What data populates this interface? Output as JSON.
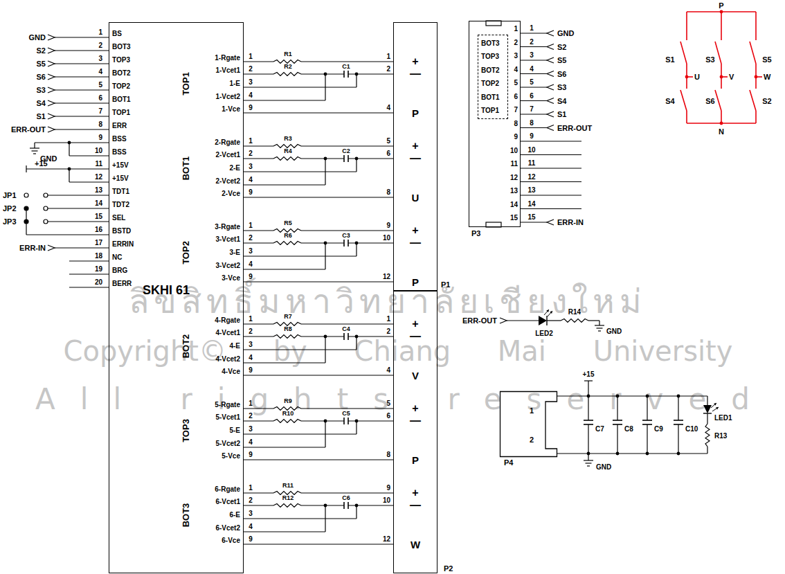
{
  "diagram": {
    "nodes": [
      {
        "text": [
          "SKHI 61"
        ]
      },
      {
        "text": [
          "P1"
        ]
      },
      {
        "text": [
          "P2"
        ]
      },
      {
        "text": [
          "P3"
        ]
      },
      {
        "text": [
          "BOT3",
          "TOP3",
          "BOT2",
          "TOP2",
          "BOT1",
          "TOP1"
        ],
        "in": 3
      },
      {
        "text": [
          "P4"
        ]
      }
    ],
    "edges": [
      {
        "from": 0,
        "to": 1,
        "arrow": "none"
      },
      {
        "from": 0,
        "to": 1,
        "arrow": "none"
      },
      {
        "from": 0,
        "to": 1,
        "arrow": "none"
      },
      {
        "from": 0,
        "to": 2,
        "arrow": "none"
      },
      {
        "from": 0,
        "to": 2,
        "arrow": "none"
      },
      {
        "from": 0,
        "to": 2,
        "arrow": "none"
      }
    ],
    "labels": [
      "GND",
      "S2",
      "S5",
      "S6",
      "S3",
      "S4",
      "S1",
      "ERR-OUT",
      "1",
      "2",
      "3",
      "4",
      "5",
      "6",
      "7",
      "8",
      "9",
      "10",
      "11",
      "12",
      "13",
      "14",
      "15",
      "16",
      "17",
      "18",
      "19",
      "20",
      "BS",
      "BOT3",
      "TOP3",
      "BOT2",
      "TOP2",
      "BOT1",
      "TOP1",
      "ERR",
      "BSS",
      "BSS",
      "+15V",
      "+15V",
      "TDT1",
      "TDT2",
      "SEL",
      "BSTD",
      "ERRIN",
      "NC",
      "BRG",
      "BERR",
      "GND",
      "+15",
      "JP1",
      "JP2",
      "JP3",
      "ERR-IN",
      "TOP1",
      "1-Rgate",
      "1-Vcet1",
      "1-E",
      "1-Vcet2",
      "1-Vce",
      "1",
      "2",
      "3",
      "4",
      "9",
      "R1",
      "R2",
      "C1",
      "1",
      "2",
      "4",
      "+",
      "—",
      "P",
      "BOT1",
      "2-Rgate",
      "2-Vcet1",
      "2-E",
      "2-Vcet2",
      "2-Vce",
      "1",
      "2",
      "3",
      "4",
      "9",
      "R3",
      "R4",
      "C2",
      "5",
      "6",
      "8",
      "+",
      "—",
      "U",
      "TOP2",
      "3-Rgate",
      "3-Vcet1",
      "3-E",
      "3-Vcet2",
      "3-Vce",
      "1",
      "2",
      "3",
      "4",
      "9",
      "R5",
      "R6",
      "C3",
      "9",
      "10",
      "12",
      "+",
      "—",
      "P",
      "BOT2",
      "4-Rgate",
      "4-Vcet1",
      "4-E",
      "4-Vcet2",
      "4-Vce",
      "1",
      "2",
      "3",
      "4",
      "9",
      "R7",
      "R8",
      "C4",
      "1",
      "2",
      "4",
      "+",
      "—",
      "V",
      "TOP3",
      "5-Rgate",
      "5-Vcet1",
      "5-E",
      "5-Vcet2",
      "5-Vce",
      "1",
      "2",
      "3",
      "4",
      "9",
      "R9",
      "R10",
      "C5",
      "5",
      "6",
      "8",
      "+",
      "—",
      "P",
      "BOT3",
      "6-Rgate",
      "6-Vcet1",
      "6-E",
      "6-Vcet2",
      "6-Vce",
      "1",
      "2",
      "3",
      "4",
      "9",
      "R11",
      "R12",
      "C6",
      "9",
      "10",
      "12",
      "+",
      "—",
      "W",
      "1",
      "2",
      "3",
      "4",
      "5",
      "6",
      "7",
      "8",
      "9",
      "10",
      "11",
      "12",
      "13",
      "14",
      "15",
      "1",
      "2",
      "3",
      "4",
      "5",
      "6",
      "7",
      "8",
      "9",
      "10",
      "11",
      "12",
      "13",
      "14",
      "15",
      "GND",
      "S2",
      "S5",
      "S6",
      "S3",
      "S4",
      "S1",
      "ERR-OUT",
      "ERR-IN",
      "P",
      "N",
      "S1",
      "S3",
      "S5",
      "U",
      "V",
      "W",
      "S4",
      "S6",
      "S2",
      "ERR-OUT",
      "LED2",
      "R14",
      "GND",
      "1",
      "2",
      "+15",
      "C7",
      "C8",
      "C9",
      "C10",
      "LED1",
      "R13",
      "GND",
      "ลิขสิทธิ์มหาวิทยาลัยเชียงใหม่",
      "Copyright© by Chiang Mai University",
      "All rights reserved"
    ]
  }
}
